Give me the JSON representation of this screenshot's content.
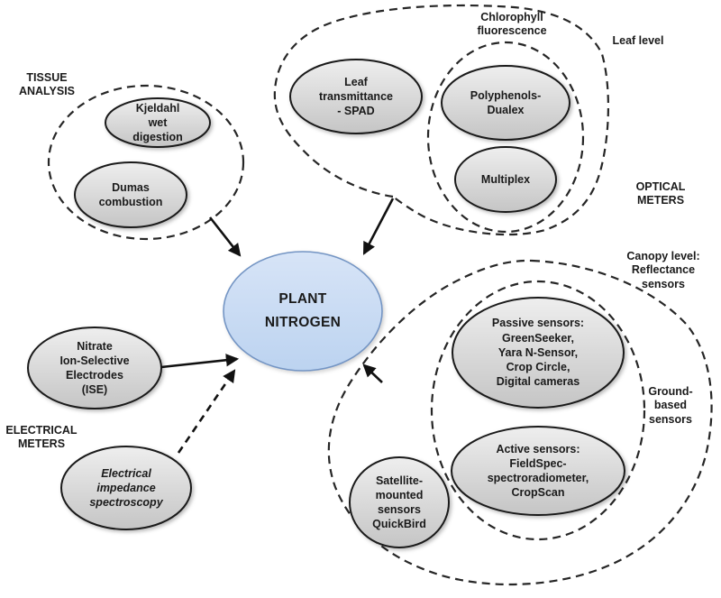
{
  "center_node": {
    "label": "PLANT\nNITROGEN"
  },
  "section_labels": {
    "tissue_analysis": "TISSUE\nANALYSIS",
    "chlorophyll_fluorescence": "Chlorophyll\nfluorescence",
    "leaf_level": "Leaf level",
    "optical_meters": "OPTICAL\nMETERS",
    "canopy_level": "Canopy level:\nReflectance\nsensors",
    "ground_based": "Ground-\nbased\nsensors",
    "electrical_meters": "ELECTRICAL\nMETERS"
  },
  "nodes": {
    "kjeldahl": "Kjeldahl\nwet\ndigestion",
    "dumas": "Dumas\ncombustion",
    "leaf_transmittance": "Leaf\ntransmittance\n- SPAD",
    "polyphenols": "Polyphenols-\nDualex",
    "multiplex": "Multiplex",
    "passive_sensors": "Passive sensors:\nGreenSeeker,\nYara N-Sensor,\nCrop Circle,\nDigital cameras",
    "active_sensors": "Active sensors:\nFieldSpec-\nspectroradiometer,\nCropScan",
    "satellite": "Satellite-\nmounted\nsensors\nQuickBird",
    "nitrate_ise": "Nitrate\nIon-Selective\nElectrodes\n(ISE)",
    "impedance": "Electrical\nimpedance\nspectroscopy"
  },
  "colors": {
    "node_fill_top": "#ebebeb",
    "node_fill_bottom": "#c5c5c5",
    "node_border": "#1a1a1a",
    "center_fill_top": "#d7e4f7",
    "center_fill_bottom": "#bcd3f0",
    "center_border": "#7495c4",
    "dashed_outline": "#262626",
    "arrow": "#111111",
    "text": "#1a1a1a"
  }
}
